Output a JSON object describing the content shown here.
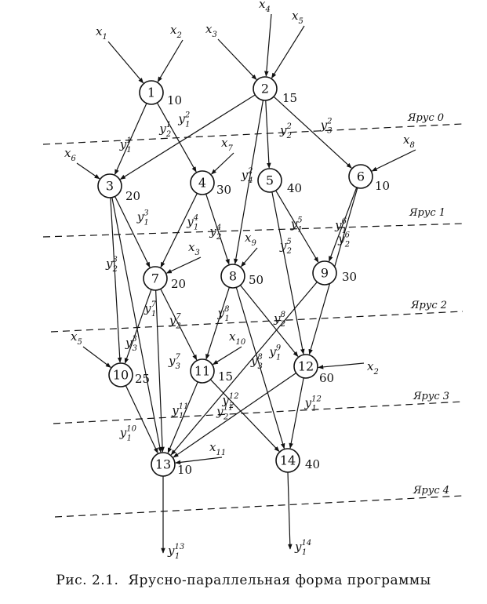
{
  "caption": {
    "prefix": "Рис. 2.1.",
    "title": "Ярусно-параллельная форма программы"
  },
  "tiers": [
    "Ярус 0",
    "Ярус 1",
    "Ярус 2",
    "Ярус 3",
    "Ярус 4"
  ],
  "nodes": [
    {
      "id": "1",
      "weight": "10"
    },
    {
      "id": "2",
      "weight": "15"
    },
    {
      "id": "3",
      "weight": "20"
    },
    {
      "id": "4",
      "weight": "30"
    },
    {
      "id": "5",
      "weight": "40"
    },
    {
      "id": "6",
      "weight": "10"
    },
    {
      "id": "7",
      "weight": "20"
    },
    {
      "id": "8",
      "weight": "50"
    },
    {
      "id": "9",
      "weight": "30"
    },
    {
      "id": "10",
      "weight": "25"
    },
    {
      "id": "11",
      "weight": "15"
    },
    {
      "id": "12",
      "weight": "60"
    },
    {
      "id": "13",
      "weight": "10"
    },
    {
      "id": "14",
      "weight": "40"
    }
  ],
  "inputs": [
    {
      "label": "x1",
      "to": "1"
    },
    {
      "label": "x2",
      "to": "1"
    },
    {
      "label": "x3",
      "to": "2"
    },
    {
      "label": "x4",
      "to": "2"
    },
    {
      "label": "x5",
      "to": "2"
    },
    {
      "label": "x6",
      "to": "3"
    },
    {
      "label": "x7",
      "to": "4"
    },
    {
      "label": "x8",
      "to": "6"
    },
    {
      "label": "x3",
      "to": "7"
    },
    {
      "label": "x9",
      "to": "8"
    },
    {
      "label": "x5",
      "to": "10"
    },
    {
      "label": "x10",
      "to": "11"
    },
    {
      "label": "x2",
      "to": "12"
    },
    {
      "label": "x11",
      "to": "13"
    }
  ],
  "edges": [
    {
      "from": "1",
      "to": "3",
      "label": "y1^1"
    },
    {
      "from": "1",
      "to": "4",
      "label": "y2^1"
    },
    {
      "from": "2",
      "to": "3",
      "label": "y1^2"
    },
    {
      "from": "2",
      "to": "5",
      "label": "y2^2"
    },
    {
      "from": "2",
      "to": "6",
      "label": "y3^2"
    },
    {
      "from": "2",
      "to": "8",
      "label": "y4^2"
    },
    {
      "from": "3",
      "to": "7",
      "label": "y1^3"
    },
    {
      "from": "3",
      "to": "10",
      "label": "y2^3"
    },
    {
      "from": "3",
      "to": "13",
      "label": "y3^3"
    },
    {
      "from": "4",
      "to": "7",
      "label": "y1^4"
    },
    {
      "from": "4",
      "to": "8",
      "label": "y2^4"
    },
    {
      "from": "5",
      "to": "9",
      "label": "y1^5"
    },
    {
      "from": "5",
      "to": "12",
      "label": "y2^5"
    },
    {
      "from": "6",
      "to": "9",
      "label": "y1^6"
    },
    {
      "from": "6",
      "to": "12",
      "label": "y2^6"
    },
    {
      "from": "7",
      "to": "10",
      "label": "y1^7"
    },
    {
      "from": "7",
      "to": "11",
      "label": "y2^7"
    },
    {
      "from": "7",
      "to": "13",
      "label": "y3^7"
    },
    {
      "from": "8",
      "to": "11",
      "label": "y1^8"
    },
    {
      "from": "8",
      "to": "12",
      "label": "y2^8"
    },
    {
      "from": "8",
      "to": "14",
      "label": "y3^8"
    },
    {
      "from": "9",
      "to": "13",
      "label": "y1^9"
    },
    {
      "from": "10",
      "to": "13",
      "label": "y1^10"
    },
    {
      "from": "11",
      "to": "13",
      "label": "y1^11"
    },
    {
      "from": "11",
      "to": "14",
      "label": "y2^11"
    },
    {
      "from": "12",
      "to": "13",
      "label": "y2^12"
    },
    {
      "from": "12",
      "to": "14",
      "label": "y1^12"
    }
  ],
  "outputs": [
    {
      "from": "13",
      "label": "y1^13"
    },
    {
      "from": "14",
      "label": "y1^14"
    }
  ]
}
